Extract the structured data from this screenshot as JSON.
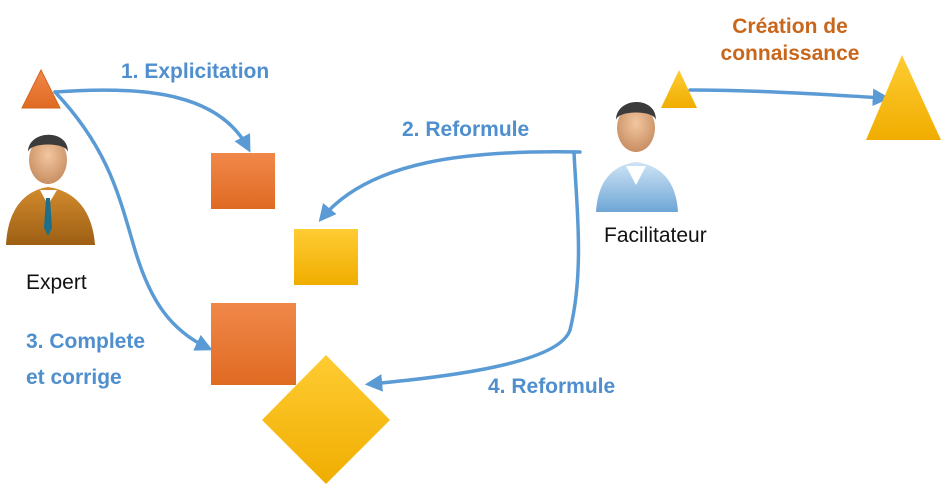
{
  "steps": {
    "explicitation": "1. Explicitation",
    "reformule_1": "2. Reformule",
    "complete_line1": "3. Complete",
    "complete_line2": "et corrige",
    "reformule_2": "4. Reformule"
  },
  "roles": {
    "expert": "Expert",
    "facilitateur": "Facilitateur"
  },
  "creation": {
    "line1": "Création de",
    "line2": "connaissance"
  },
  "icons": {
    "expert": "businessman-avatar-icon",
    "facilitateur": "person-avatar-icon"
  },
  "colors": {
    "arrow": "#5b9bd5",
    "step_text": "#4f8fcd",
    "orange_shape": "#e8732a",
    "yellow_shape": "#f5b800",
    "creation_text": "#c8671c"
  }
}
